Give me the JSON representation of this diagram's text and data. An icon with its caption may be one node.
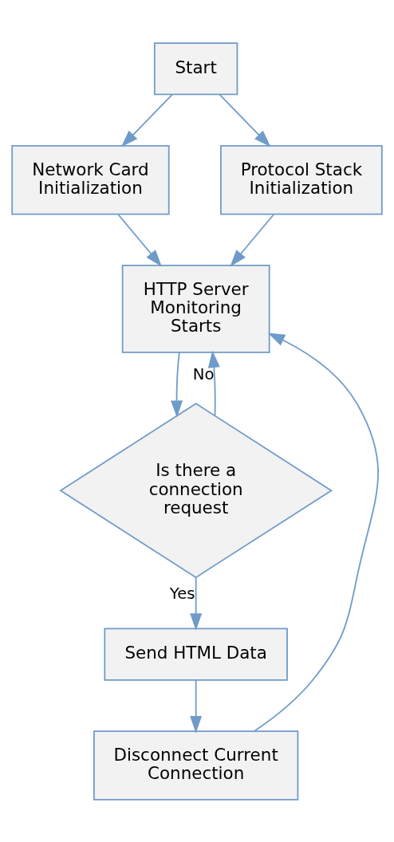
{
  "diagram": {
    "nodes": [
      {
        "text": [
          "Start"
        ]
      },
      {
        "text": [
          "Network Card Initialization"
        ]
      },
      {
        "text": [
          "Protocol Stack Initialization"
        ]
      },
      {
        "text": [
          "HTTP Server Monitoring Starts"
        ]
      },
      {
        "text": [
          "Is there a connection request"
        ]
      },
      {
        "text": [
          "Send HTML Data"
        ]
      },
      {
        "text": [
          "Disconnect Current Connection"
        ]
      }
    ],
    "edges": [
      {
        "from": 0,
        "to": 1,
        "arrow": "to"
      },
      {
        "from": 0,
        "to": 2,
        "arrow": "to"
      },
      {
        "from": 1,
        "to": 3,
        "arrow": "to"
      },
      {
        "from": 2,
        "to": 3,
        "arrow": "to"
      },
      {
        "from": 3,
        "to": 4,
        "arrow": "to"
      },
      {
        "from": 4,
        "to": 3,
        "arrow": "to",
        "label": "No"
      },
      {
        "from": 4,
        "to": 5,
        "arrow": "to",
        "label": "Yes"
      },
      {
        "from": 5,
        "to": 6,
        "arrow": "to"
      },
      {
        "from": 6,
        "to": 3,
        "arrow": "to"
      }
    ]
  }
}
